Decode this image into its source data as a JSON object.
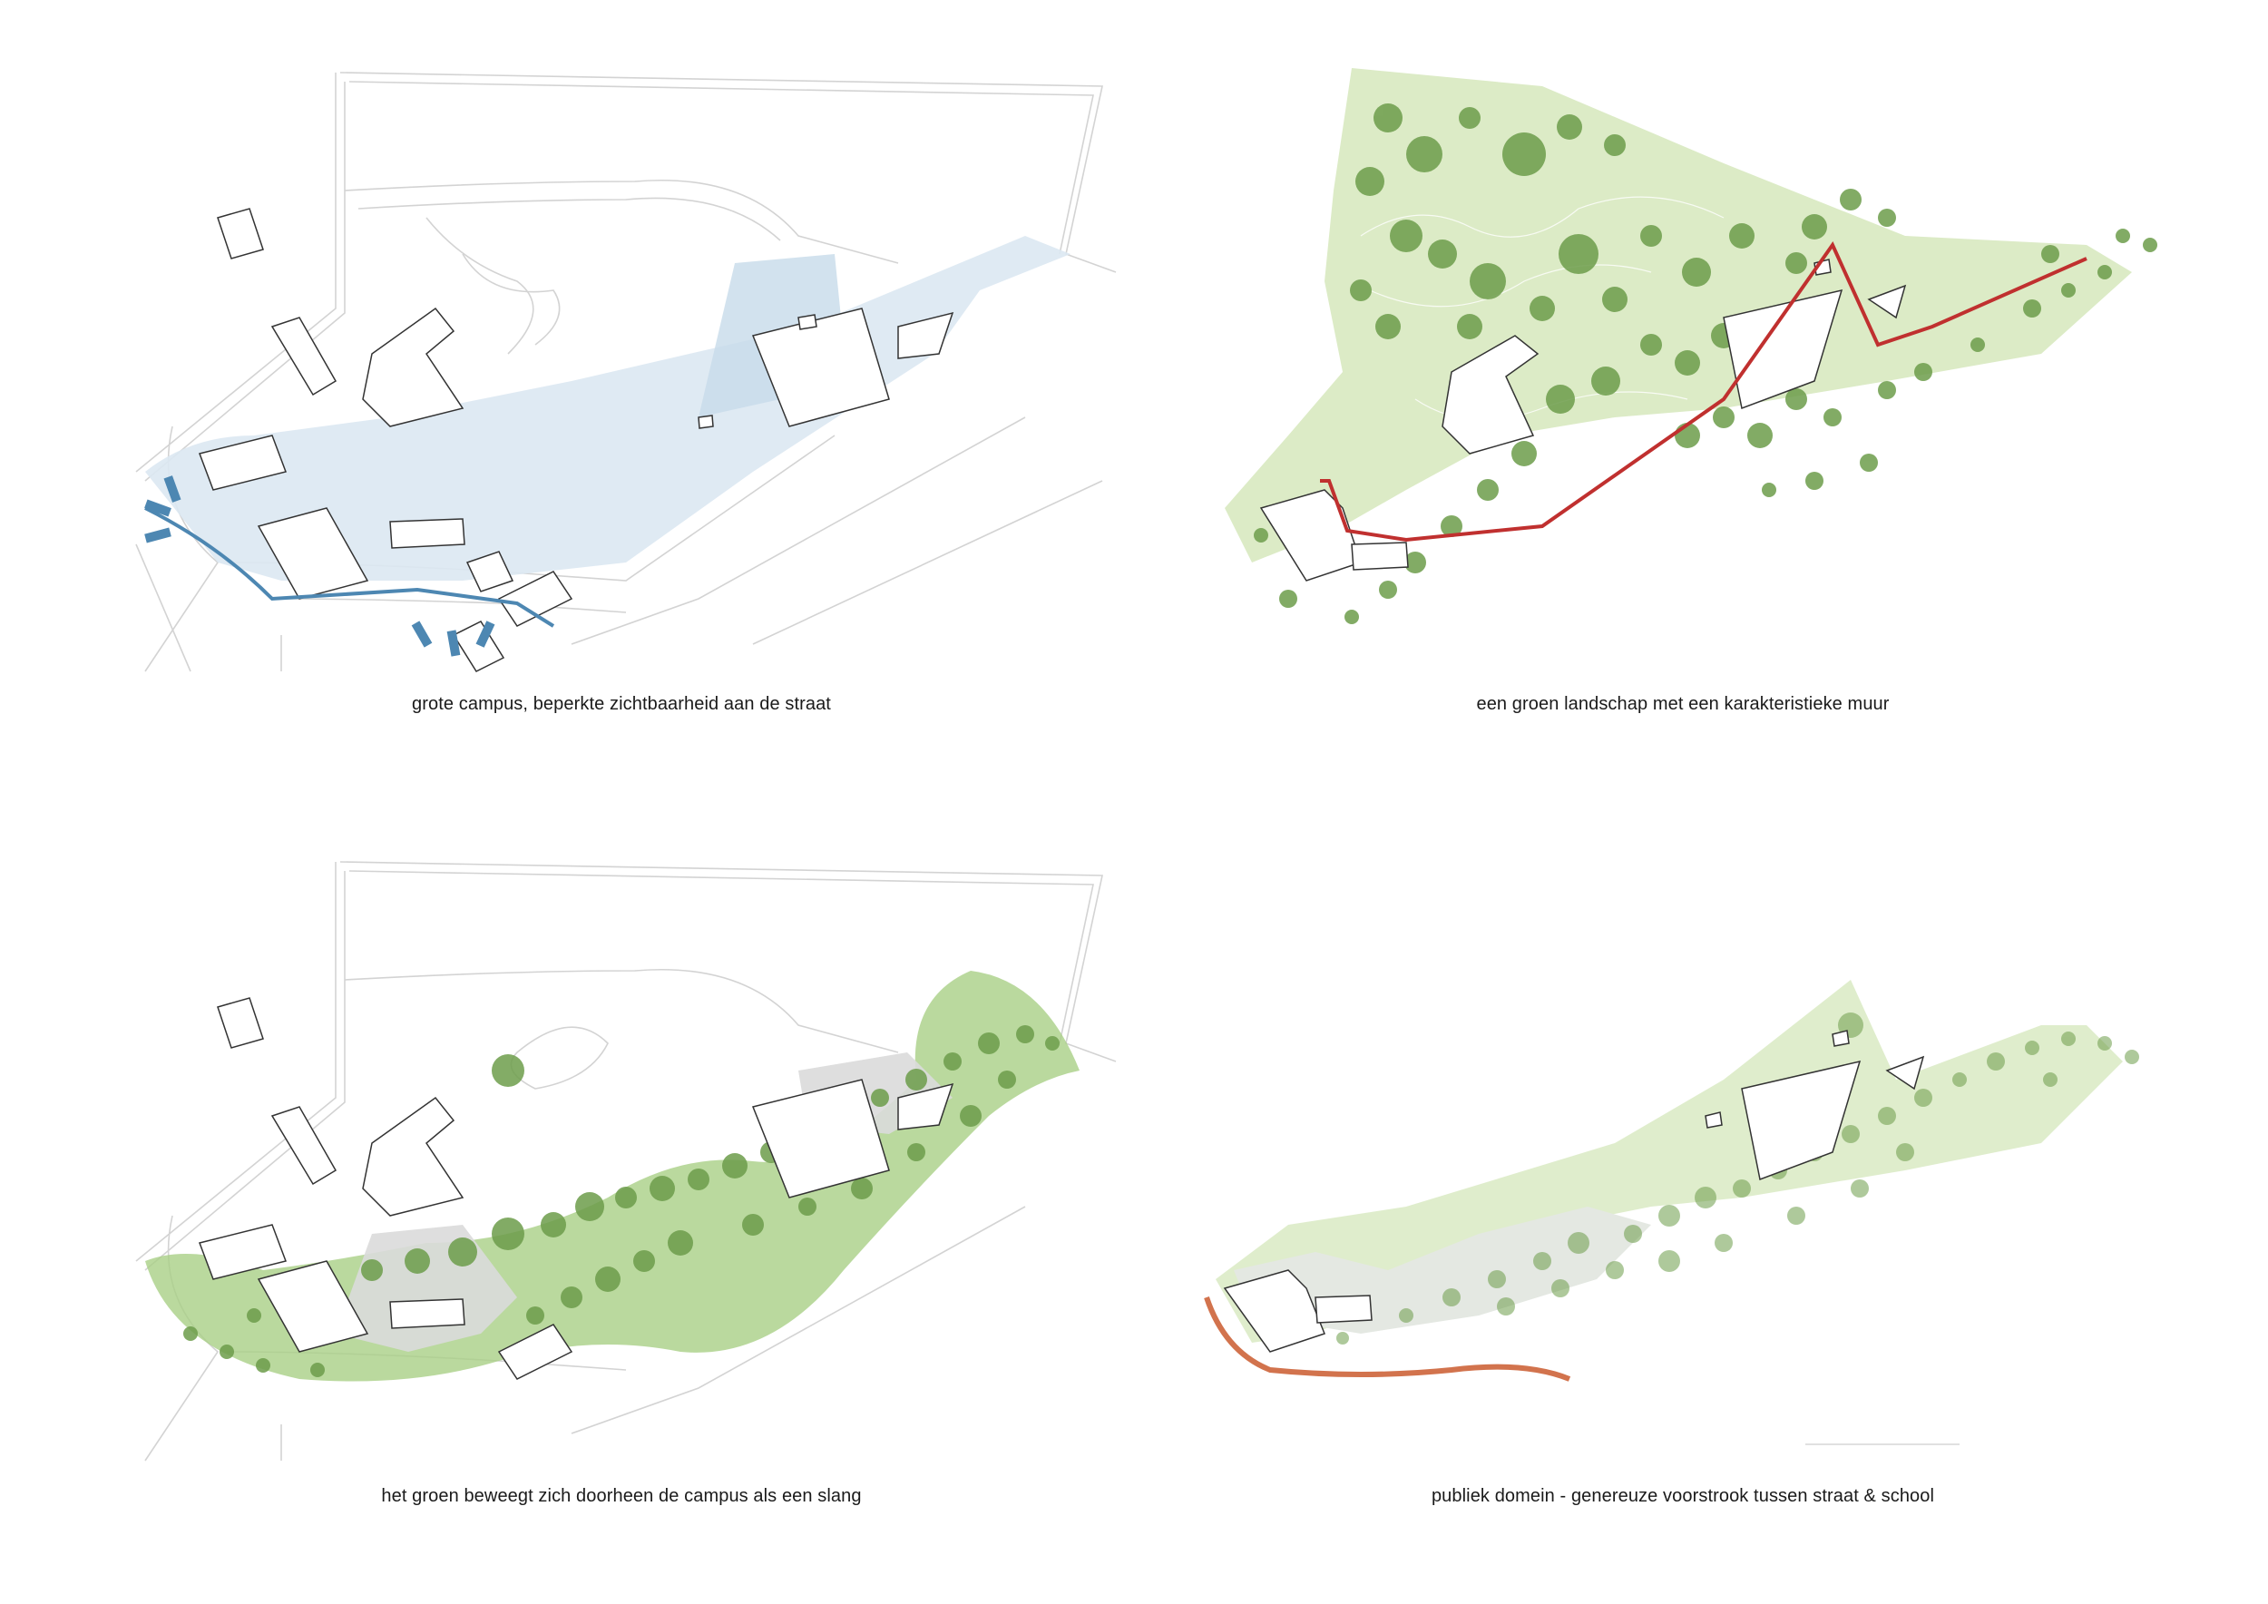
{
  "captions": {
    "panel1": "grote campus, beperkte zichtbaarheid aan de straat",
    "panel2": "een groen landschap met een karakteristieke muur",
    "panel3": "het groen beweegt zich doorheen de campus als een slang",
    "panel4": "publiek domein - genereuze voorstrook tussen straat & school"
  },
  "colors": {
    "line": "#cfcfcf",
    "building": "#333333",
    "blue_fill": "#dbe8f2",
    "blue_accent": "#4d87b2",
    "green_light": "#dcebc6",
    "green_mid": "#a9cf86",
    "tree": "#6d9d4b",
    "wall_red": "#c0302f",
    "wall_orange": "#d2734d",
    "paved": "#dadada"
  }
}
